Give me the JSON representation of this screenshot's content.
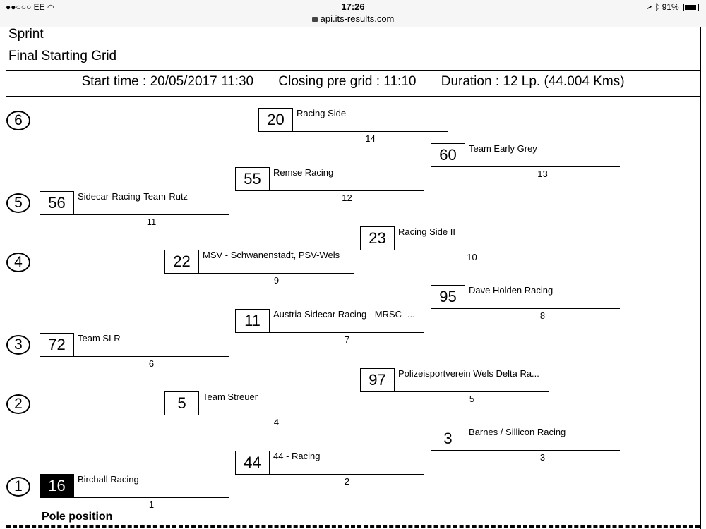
{
  "status_bar": {
    "carrier": "●●○○○ EE",
    "wifi_icon": "wifi-icon",
    "time": "17:26",
    "url": "api.its-results.com",
    "battery": "91%"
  },
  "header": {
    "title_line1": "Sprint",
    "title_line2": "Final Starting Grid",
    "start_time": "Start time : 20/05/2017 11:30",
    "closing_pre_grid": "Closing pre grid : 11:10",
    "duration": "Duration : 12 Lp. (44.004 Kms)"
  },
  "rows": [
    "6",
    "5",
    "4",
    "3",
    "2",
    "1"
  ],
  "grid": [
    {
      "number": "20",
      "team": "Racing Side",
      "position": "14"
    },
    {
      "number": "60",
      "team": "Team Early Grey",
      "position": "13"
    },
    {
      "number": "55",
      "team": "Remse Racing",
      "position": "12"
    },
    {
      "number": "56",
      "team": "Sidecar-Racing-Team-Rutz",
      "position": "11"
    },
    {
      "number": "23",
      "team": "Racing Side II",
      "position": "10"
    },
    {
      "number": "22",
      "team": "MSV - Schwanenstadt, PSV-Wels",
      "position": "9"
    },
    {
      "number": "95",
      "team": "Dave Holden Racing",
      "position": "8"
    },
    {
      "number": "11",
      "team": "Austria Sidecar Racing - MRSC -...",
      "position": "7"
    },
    {
      "number": "72",
      "team": "Team SLR",
      "position": "6"
    },
    {
      "number": "97",
      "team": "Polizeisportverein  Wels  Delta Ra...",
      "position": "5"
    },
    {
      "number": "5",
      "team": "Team Streuer",
      "position": "4"
    },
    {
      "number": "3",
      "team": "Barnes / Sillicon Racing",
      "position": "3"
    },
    {
      "number": "44",
      "team": "44 - Racing",
      "position": "2"
    },
    {
      "number": "16",
      "team": "Birchall Racing",
      "position": "1"
    }
  ],
  "pole_label": "Pole position"
}
